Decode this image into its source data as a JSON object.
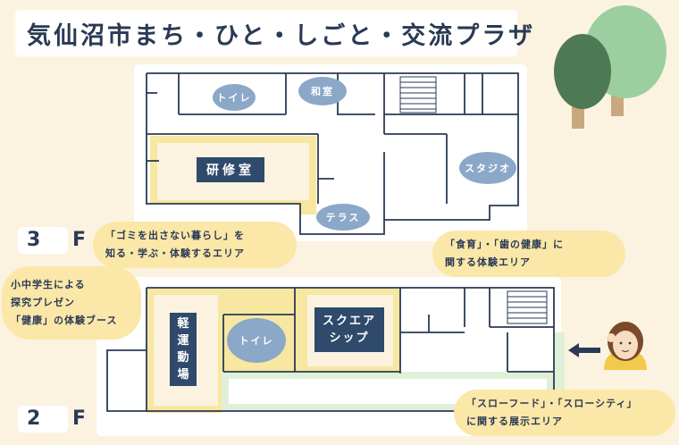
{
  "title": "気仙沼市まち・ひと・しごと・交流プラザ",
  "floors": {
    "f3": {
      "label": "3 F",
      "rooms": {
        "toilet": "トイレ",
        "washitsu": "和室",
        "kenshu": "研修室",
        "studio": "スタジオ",
        "terrace": "テラス"
      },
      "callout": [
        "「ゴミを出さない暮らし」を",
        "知る・学ぶ・体験するエリア"
      ]
    },
    "f2": {
      "label": "2 F",
      "rooms": {
        "kei1": "軽",
        "kei2": "運",
        "kei3": "動",
        "kei4": "場",
        "toilet": "トイレ",
        "square1": "スクエア",
        "square2": "シップ"
      },
      "callout_left": [
        "小中学生による",
        "探究プレゼン",
        "「健康」の体験ブース"
      ],
      "callout_top": [
        "「食育」・「歯の健康」に",
        "関する体験エリア"
      ],
      "callout_bottom": [
        "「スローフード」・「スローシティ」",
        "に関する展示エリア"
      ]
    }
  },
  "colors": {
    "wall": "#2a3a55",
    "room_pill": "#8ca8c8",
    "navy_label": "#2f4a6b",
    "callout": "#fbe7a8",
    "highlight_yellow": "#f7e7a0",
    "highlight_green": "#dff0d8",
    "tree_green": "#4e7a53",
    "tree_light": "#9ccf9f"
  },
  "icons": [
    "tree-icon",
    "arrow-left-icon",
    "guide-person-icon"
  ]
}
